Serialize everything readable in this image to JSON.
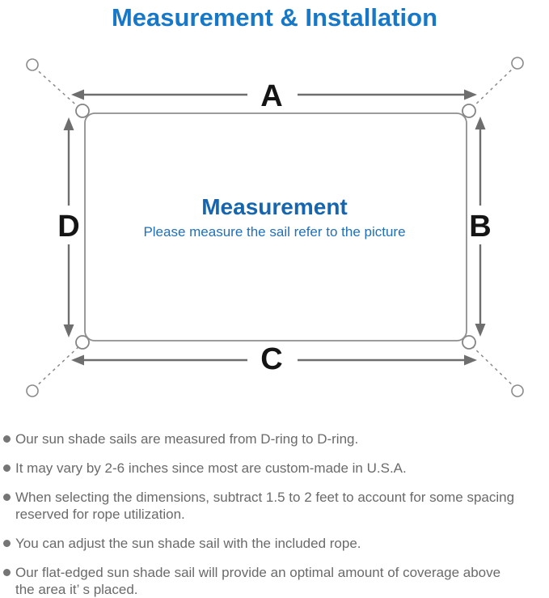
{
  "header": {
    "title": "Measurement & Installation"
  },
  "diagram": {
    "dimension_labels": {
      "top": "A",
      "right": "B",
      "bottom": "C",
      "left": "D"
    },
    "center": {
      "heading": "Measurement",
      "subheading": "Please measure the sail refer to the picture"
    },
    "colors": {
      "title_blue": "#1878c8",
      "heading_blue": "#1565af",
      "subheading_blue": "#2170b8",
      "outline_gray": "#8a8a8a",
      "arrow_gray": "#6e6e6e",
      "label_black": "#151515",
      "note_gray": "#6a6a6a"
    },
    "icons": {
      "corner_hardware": "d-ring-icon",
      "mount_point": "anchor-point-icon"
    }
  },
  "notes": {
    "items": [
      "Our sun shade sails are measured from D-ring to D-ring.",
      "It may vary by 2-6 inches since most are custom-made in U.S.A.",
      "When selecting the dimensions, subtract 1.5 to 2 feet to account for some spacing\nreserved for rope utilization.",
      "You can adjust the sun shade sail with the included rope.",
      "Our flat-edged sun shade sail will provide an optimal amount of coverage above\nthe area it’ s placed."
    ]
  }
}
